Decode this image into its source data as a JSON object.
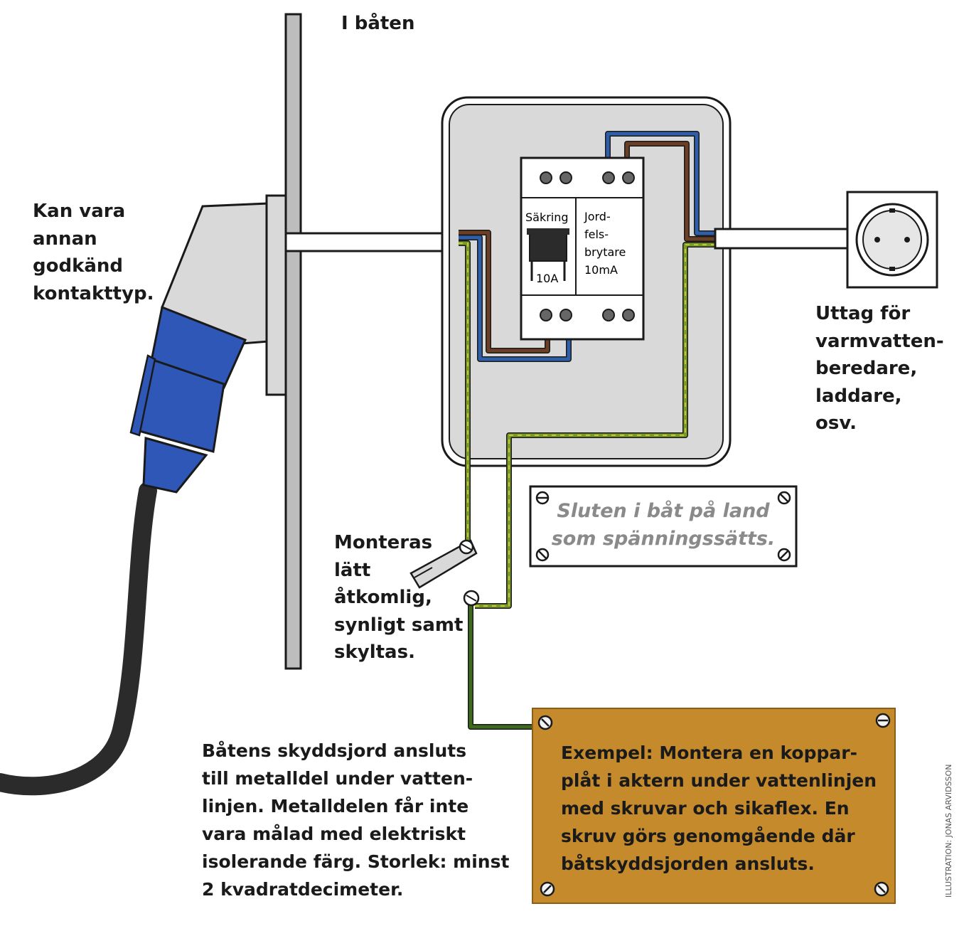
{
  "labels": {
    "in_boat": "I båten",
    "plug_note": [
      "Kan vara",
      "annan",
      "godkänd",
      "kontakttyp."
    ],
    "outlet_note": [
      "Uttag för",
      "varmvatten-",
      "beredare,",
      "laddare,",
      "osv."
    ],
    "mount_note": [
      "Monteras",
      "lätt",
      "åtkomlig,",
      "synligt samt",
      "skyltas."
    ],
    "ground_note": [
      "Båtens skyddsjord ansluts",
      "till metalldel under vatten-",
      "linjen. Metalldelen får inte",
      "vara målad med elektriskt",
      "isolerande färg. Storlek: minst",
      "2 kvadratdecimeter."
    ],
    "credit": "ILLUSTRATION: JONAS ARVIDSSON"
  },
  "breaker": {
    "fuse_label": "Säkring",
    "fuse_rating": "10A",
    "rcd_label": [
      "Jord-",
      "fels-",
      "brytare",
      "10mA"
    ]
  },
  "sign": {
    "text": [
      "Sluten i båt på land",
      "som spänningssätts."
    ]
  },
  "copper_plate": {
    "text": [
      "Exempel: Montera en koppar-",
      "plåt i aktern under vattenlinjen",
      "med skruvar och sikaflex. En",
      "skruv görs genomgående där",
      "båtskyddsjorden ansluts."
    ]
  },
  "colors": {
    "wire_blue": "#2f5fa8",
    "wire_brown": "#6b3e26",
    "wire_earth_green": "#7a9a2a",
    "wire_earth_yellow": "#d8d640",
    "plug_blue": "#2f57b8",
    "cable_black": "#2b2b2b",
    "panel_grey": "#d9d9d9",
    "copper": "#c48a2b"
  }
}
